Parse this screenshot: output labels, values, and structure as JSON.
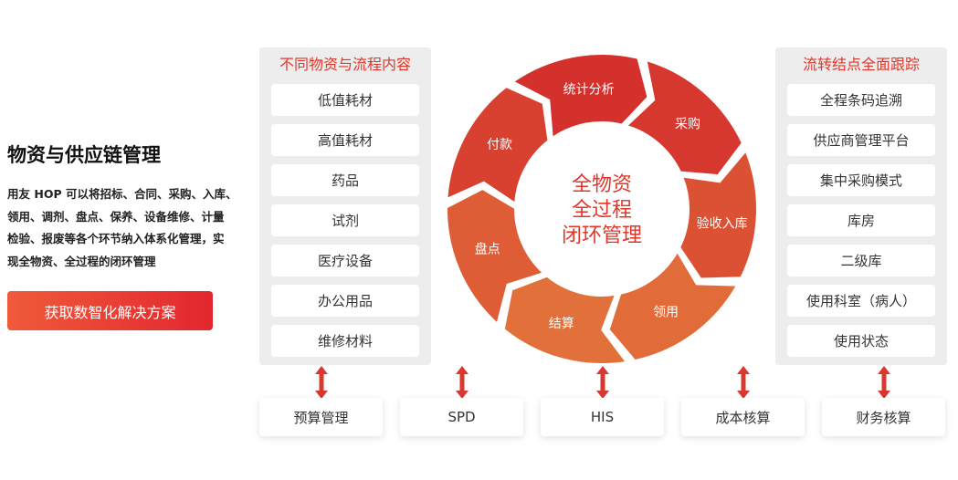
{
  "intro": {
    "title": "物资与供应链管理",
    "desc_lines": [
      "用友 HOP 可以将招标、合同、采购、入库、",
      "领用、调剂、盘点、保养、设备维修、计量",
      "检验、报废等各个环节纳入体系化管理，实",
      "现全物资、全过程的闭环管理"
    ],
    "cta_label": "获取数智化解决方案"
  },
  "left_panel": {
    "title": "不同物资与流程内容",
    "items": [
      "低值耗材",
      "高值耗材",
      "药品",
      "试剂",
      "医疗设备",
      "办公用品",
      "维修材料"
    ]
  },
  "right_panel": {
    "title": "流转结点全面跟踪",
    "items": [
      "全程条码追溯",
      "供应商管理平台",
      "集中采购模式",
      "库房",
      "二级库",
      "使用科室（病人）",
      "使用状态"
    ]
  },
  "cycle": {
    "center_lines": [
      "全物资",
      "全过程",
      "闭环管理"
    ],
    "segments": [
      "采购",
      "验收入库",
      "领用",
      "结算",
      "盘点",
      "付款",
      "统计分析"
    ],
    "colors": {
      "accent": "#e0362a",
      "segment_dark": "#d42f2c",
      "segment_light": "#e2713a"
    }
  },
  "bottom": {
    "items": [
      "预算管理",
      "SPD",
      "HIS",
      "成本核算",
      "财务核算"
    ]
  },
  "colors": {
    "accent": "#e0362a",
    "arrow": "#d8382f",
    "panel_bg": "#ededed"
  }
}
